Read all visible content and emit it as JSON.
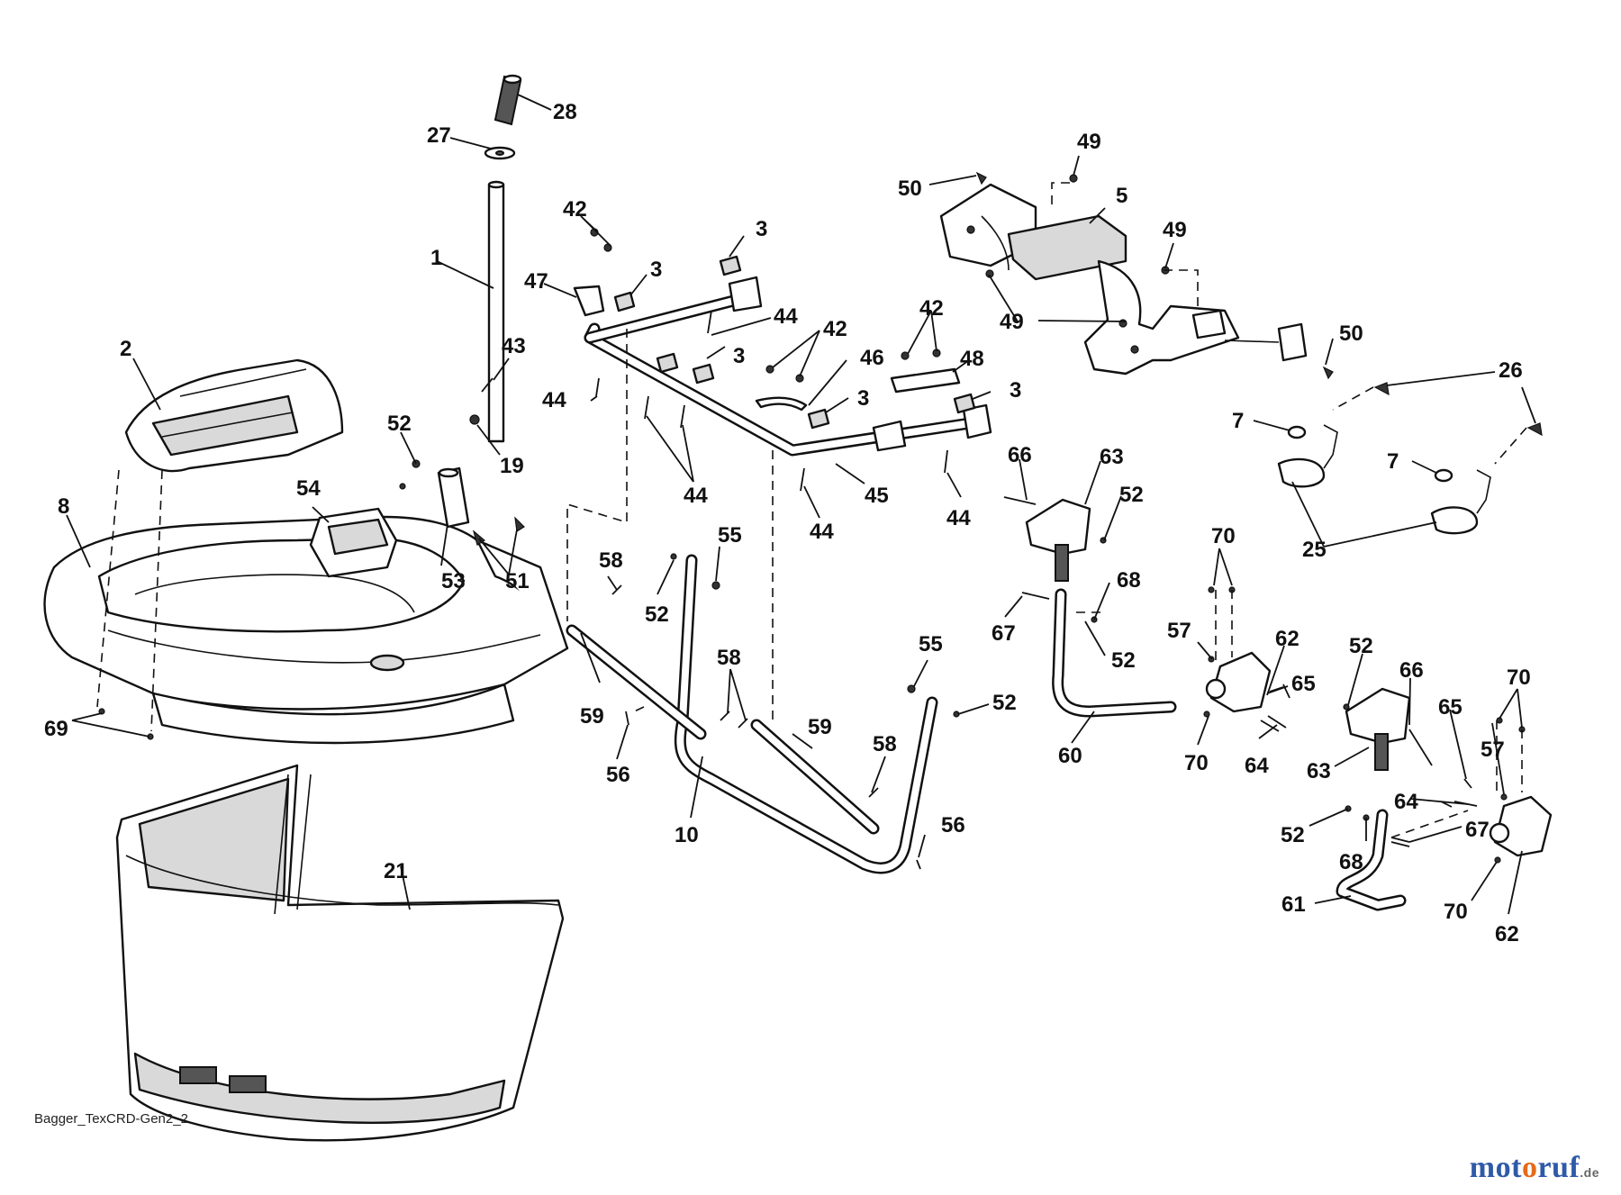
{
  "diagram": {
    "reference_code": "Bagger_TexCRD-Gen2_2",
    "labels": [
      {
        "id": "l28",
        "text": "28"
      },
      {
        "id": "l27",
        "text": "27"
      },
      {
        "id": "l1",
        "text": "1"
      },
      {
        "id": "l2",
        "text": "2"
      },
      {
        "id": "l43",
        "text": "43"
      },
      {
        "id": "l52a",
        "text": "52"
      },
      {
        "id": "l19",
        "text": "19"
      },
      {
        "id": "l8",
        "text": "8"
      },
      {
        "id": "l54",
        "text": "54"
      },
      {
        "id": "l53",
        "text": "53"
      },
      {
        "id": "l51",
        "text": "51"
      },
      {
        "id": "l69",
        "text": "69"
      },
      {
        "id": "l21",
        "text": "21"
      },
      {
        "id": "l42a",
        "text": "42"
      },
      {
        "id": "l47",
        "text": "47"
      },
      {
        "id": "l3a",
        "text": "3"
      },
      {
        "id": "l3b",
        "text": "3"
      },
      {
        "id": "l44a",
        "text": "44"
      },
      {
        "id": "l44b",
        "text": "44"
      },
      {
        "id": "l42b",
        "text": "42"
      },
      {
        "id": "l3c",
        "text": "3"
      },
      {
        "id": "l46",
        "text": "46"
      },
      {
        "id": "l42c",
        "text": "42"
      },
      {
        "id": "l48",
        "text": "48"
      },
      {
        "id": "l3d",
        "text": "3"
      },
      {
        "id": "l3e",
        "text": "3"
      },
      {
        "id": "l44c",
        "text": "44"
      },
      {
        "id": "l44d",
        "text": "44"
      },
      {
        "id": "l45",
        "text": "45"
      },
      {
        "id": "l44e",
        "text": "44"
      },
      {
        "id": "l58a",
        "text": "58"
      },
      {
        "id": "l55a",
        "text": "55"
      },
      {
        "id": "l52b",
        "text": "52"
      },
      {
        "id": "l59a",
        "text": "59"
      },
      {
        "id": "l58b",
        "text": "58"
      },
      {
        "id": "l56a",
        "text": "56"
      },
      {
        "id": "l10",
        "text": "10"
      },
      {
        "id": "l59b",
        "text": "59"
      },
      {
        "id": "l58c",
        "text": "58"
      },
      {
        "id": "l55b",
        "text": "55"
      },
      {
        "id": "l52c",
        "text": "52"
      },
      {
        "id": "l56b",
        "text": "56"
      },
      {
        "id": "l49a",
        "text": "49"
      },
      {
        "id": "l50a",
        "text": "50"
      },
      {
        "id": "l5",
        "text": "5"
      },
      {
        "id": "l49b",
        "text": "49"
      },
      {
        "id": "l49c",
        "text": "49"
      },
      {
        "id": "l50b",
        "text": "50"
      },
      {
        "id": "l26",
        "text": "26"
      },
      {
        "id": "l7a",
        "text": "7"
      },
      {
        "id": "l7b",
        "text": "7"
      },
      {
        "id": "l25",
        "text": "25"
      },
      {
        "id": "l66a",
        "text": "66"
      },
      {
        "id": "l63a",
        "text": "63"
      },
      {
        "id": "l52d",
        "text": "52"
      },
      {
        "id": "l70a",
        "text": "70"
      },
      {
        "id": "l67a",
        "text": "67"
      },
      {
        "id": "l68a",
        "text": "68"
      },
      {
        "id": "l52e",
        "text": "52"
      },
      {
        "id": "l57a",
        "text": "57"
      },
      {
        "id": "l62a",
        "text": "62"
      },
      {
        "id": "l65a",
        "text": "65"
      },
      {
        "id": "l60",
        "text": "60"
      },
      {
        "id": "l70b",
        "text": "70"
      },
      {
        "id": "l64a",
        "text": "64"
      },
      {
        "id": "l52f",
        "text": "52"
      },
      {
        "id": "l66b",
        "text": "66"
      },
      {
        "id": "l70c",
        "text": "70"
      },
      {
        "id": "l65b",
        "text": "65"
      },
      {
        "id": "l57b",
        "text": "57"
      },
      {
        "id": "l63b",
        "text": "63"
      },
      {
        "id": "l64b",
        "text": "64"
      },
      {
        "id": "l67b",
        "text": "67"
      },
      {
        "id": "l52g",
        "text": "52"
      },
      {
        "id": "l68b",
        "text": "68"
      },
      {
        "id": "l61",
        "text": "61"
      },
      {
        "id": "l70d",
        "text": "70"
      },
      {
        "id": "l62b",
        "text": "62"
      }
    ]
  },
  "watermark": {
    "part1": "mot",
    "part2": "o",
    "part3": "ruf",
    "tld": ".de"
  }
}
